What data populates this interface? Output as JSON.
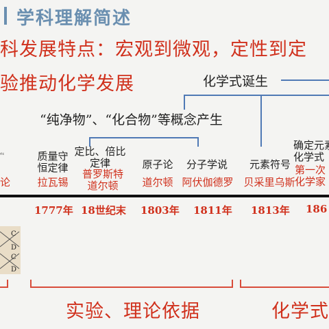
{
  "header": {
    "title": "学科理解简述"
  },
  "headline": {
    "line1": "科发展特点：宏观到微观，定性到定",
    "line2": "验推动化学发展"
  },
  "labels": {
    "formula_birth": "化学式诞生",
    "concepts": "“纯净物”、“化合物”等概念产生",
    "bottom_left": "实验、理论依据",
    "bottom_right": "化学式"
  },
  "events": [
    {
      "top": "",
      "name": "论",
      "year": ""
    },
    {
      "top": "质量守\n恒定律",
      "name": "拉瓦锡",
      "year": "1777年"
    },
    {
      "top": "定比、倍比\n定律",
      "name": "普罗斯特\n道尔顿",
      "year": "18世纪末"
    },
    {
      "top": "原子论",
      "name": "道尔顿",
      "year": "1803年"
    },
    {
      "top": "分子学说",
      "name": "阿伏伽德罗",
      "year": "1811年"
    },
    {
      "top": "元素符号",
      "name": "贝采里乌斯",
      "year": "1813年"
    },
    {
      "top": "确定元素\n化学式",
      "name": "第一次\n化学家",
      "year": "186"
    }
  ],
  "thumbnail": {
    "letters": [
      "C",
      "D",
      "C",
      "D"
    ],
    "tiny_label": "ric"
  },
  "colors": {
    "title_blue": "#6a8fb0",
    "red": "#d0301c",
    "bracket_blue": "#4f79b5"
  }
}
